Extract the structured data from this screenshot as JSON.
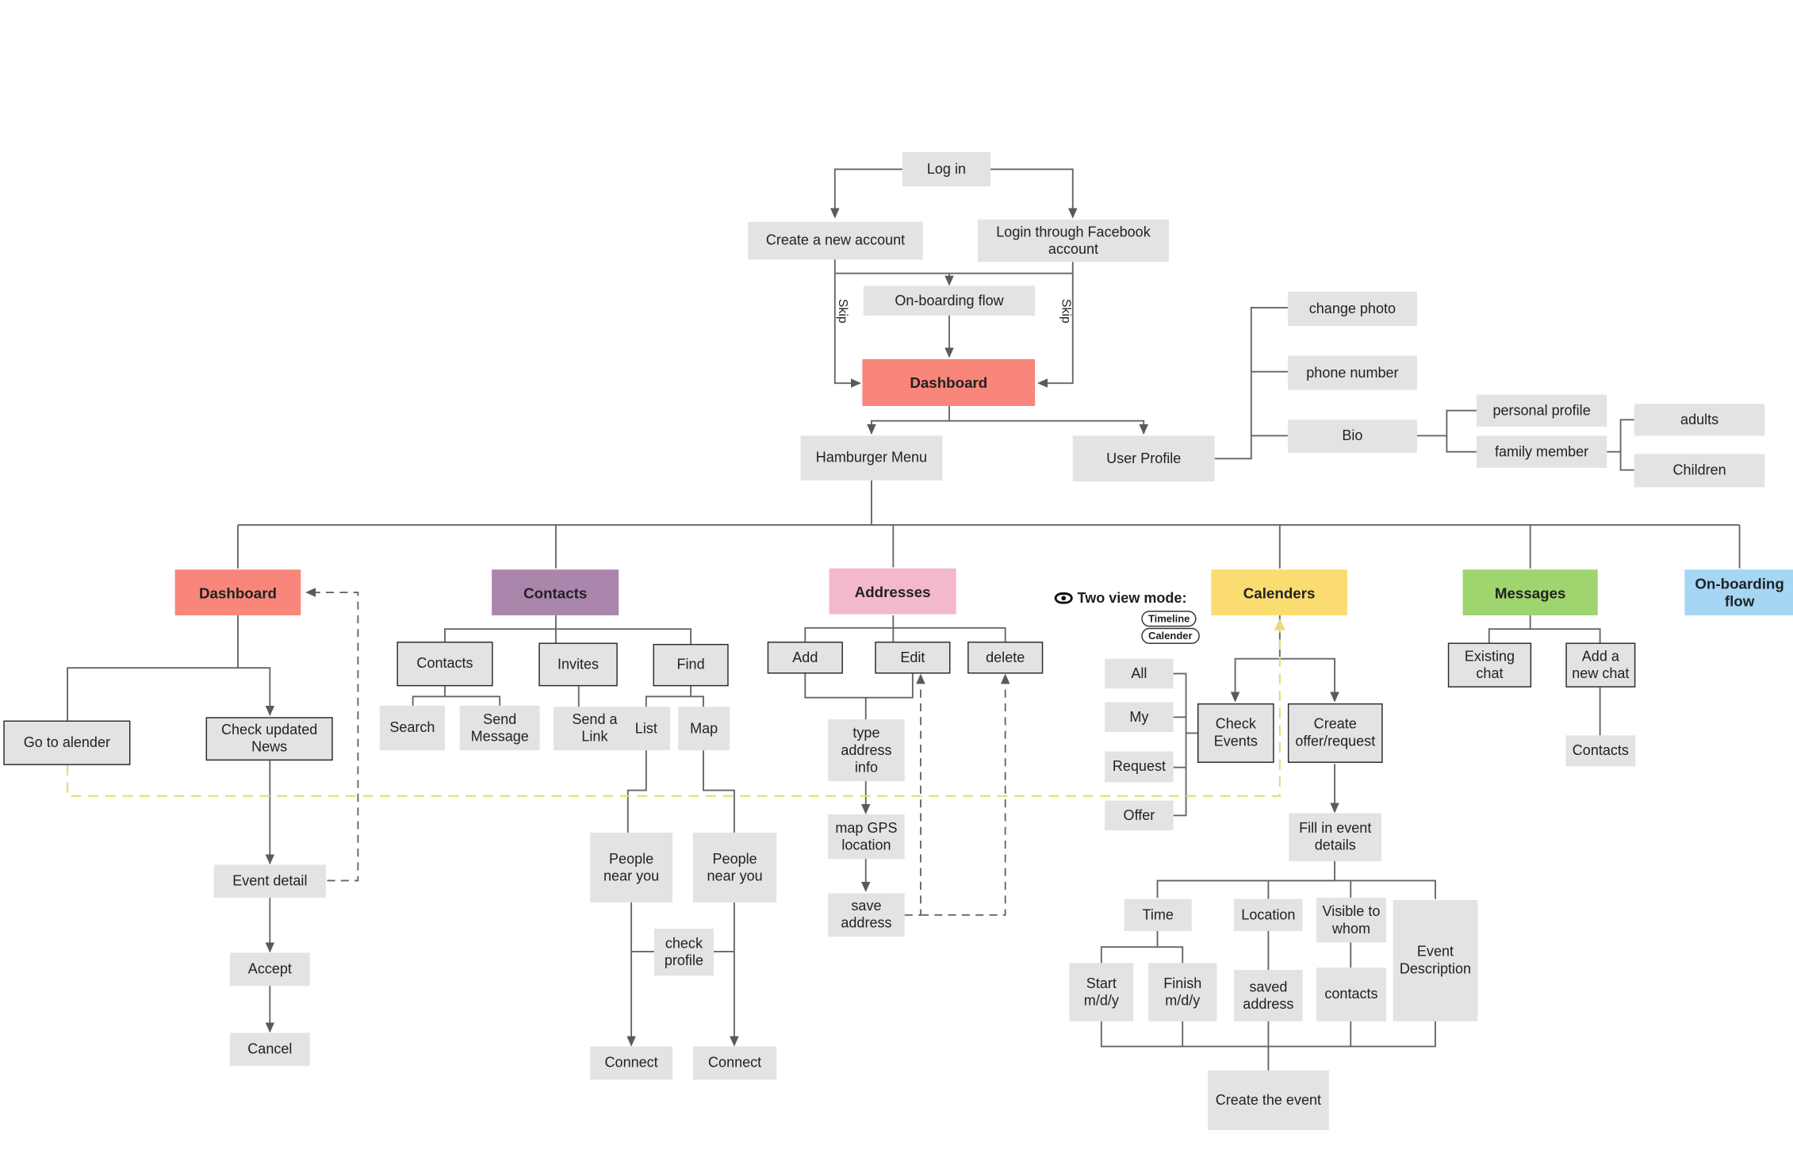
{
  "login": {
    "log_in": "Log in",
    "create_account": "Create a new account",
    "facebook_login": "Login through Facebook\naccount",
    "onboarding_flow": "On-boarding  flow",
    "skip_left": "Skip",
    "skip_right": "Skip"
  },
  "dashboard_top": "Dashboard",
  "hamburger_menu": "Hamburger Menu",
  "user_profile": {
    "label": "User Profile",
    "change_photo": "change photo",
    "phone_number": "phone number",
    "bio": "Bio",
    "personal_profile": "personal profile",
    "family_member": "family member",
    "adults": "adults",
    "children": "Children"
  },
  "sections": {
    "dashboard": "Dashboard",
    "contacts": "Contacts",
    "addresses": "Addresses",
    "calenders": "Calenders",
    "messages": "Messages",
    "onboarding": "On-boarding\nflow"
  },
  "dashboard_branch": {
    "go_to_calendar": "Go to alender",
    "check_news": "Check updated\nNews",
    "event_detail": "Event detail",
    "accept": "Accept",
    "cancel": "Cancel"
  },
  "contacts_branch": {
    "contacts": "Contacts",
    "invites": "Invites",
    "find": "Find",
    "search": "Search",
    "send_message": "Send\nMessage",
    "send_link": "Send a\nLink",
    "list": "List",
    "map": "Map",
    "people_near_you_1": "People\nnear you",
    "people_near_you_2": "People\nnear you",
    "check_profile": "check\nprofile",
    "connect_1": "Connect",
    "connect_2": "Connect"
  },
  "addresses_branch": {
    "add": "Add",
    "edit": "Edit",
    "delete": "delete",
    "type_address": "type\naddress\ninfo",
    "map_gps": "map GPS\nlocation",
    "save_address": "save\naddress"
  },
  "calendar_branch": {
    "view_mode_label": "Two view mode:",
    "timeline": "Timeline",
    "calender": "Calender",
    "all": "All",
    "my": "My",
    "request": "Request",
    "offer": "Offer",
    "check_events": "Check\nEvents",
    "create_offer": "Create\noffer/request",
    "fill_details": "Fill in event\ndetails",
    "time": "Time",
    "location": "Location",
    "visible_to": "Visible to\nwhom",
    "event_description": "Event\nDescription",
    "start": "Start\nm/d/y",
    "finish": "Finish\nm/d/y",
    "saved_address": "saved\naddress",
    "contacts": "contacts",
    "create_event": "Create the event"
  },
  "messages_branch": {
    "existing_chat": "Existing\nchat",
    "add_chat": "Add a\nnew  chat",
    "contacts": "Contacts"
  }
}
